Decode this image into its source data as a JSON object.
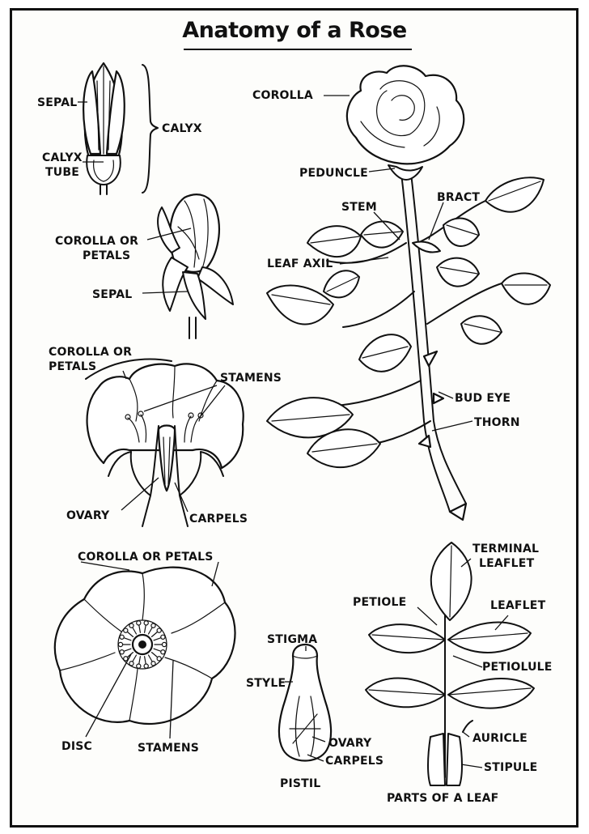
{
  "title": "Anatomy of a Rose",
  "labels": {
    "calyx_sepal": "SEPAL",
    "calyx_tube_line1": "CALYX",
    "calyx_tube_line2": "TUBE",
    "calyx": "CALYX",
    "bud_corolla_line1": "COROLLA OR",
    "bud_corolla_line2": "PETALS",
    "bud_sepal": "SEPAL",
    "section_corolla_line1": "COROLLA OR",
    "section_corolla_line2": "PETALS",
    "section_stamens": "STAMENS",
    "section_ovary": "OVARY",
    "section_carpels": "CARPELS",
    "rose_corolla": "COROLLA",
    "peduncle": "PEDUNCLE",
    "stem": "STEM",
    "bract": "BRACT",
    "leaf_axil": "LEAF AXIL",
    "bud_eye": "BUD EYE",
    "thorn": "THORN",
    "top_corolla": "COROLLA OR PETALS",
    "disc": "DISC",
    "top_stamens": "STAMENS",
    "stigma": "STIGMA",
    "style": "STYLE",
    "pistil_ovary": "OVARY",
    "pistil_carpels": "CARPELS",
    "pistil": "PISTIL",
    "terminal_line1": "TERMINAL",
    "terminal_line2": "LEAFLET",
    "petiole": "PETIOLE",
    "leaflet": "LEAFLET",
    "petiolule": "PETIOLULE",
    "auricle": "AURICLE",
    "stipule": "STIPULE",
    "parts_of_leaf": "PARTS OF A LEAF"
  }
}
